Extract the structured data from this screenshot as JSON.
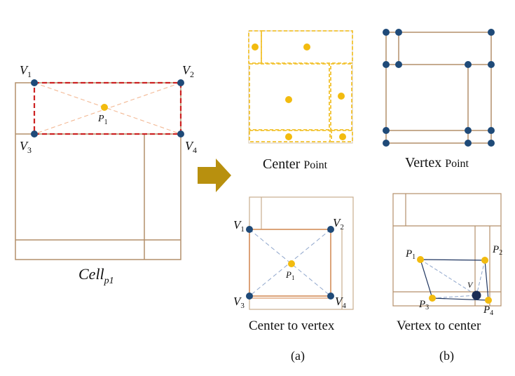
{
  "left_panel": {
    "cell_label": "Cell",
    "cell_sub": "p1",
    "vertex_labels": [
      {
        "main": "V",
        "sub": "1"
      },
      {
        "main": "V",
        "sub": "2"
      },
      {
        "main": "V",
        "sub": "3"
      },
      {
        "main": "V",
        "sub": "4"
      }
    ],
    "center_label": {
      "main": "P",
      "sub": "1"
    }
  },
  "panels": {
    "center_point": {
      "title_main": "Center ",
      "title_small": "Point"
    },
    "vertex_point": {
      "title_main": "Vertex ",
      "title_small": "Point"
    },
    "center_to_vertex": {
      "title": "Center to vertex",
      "vertex_labels": [
        {
          "main": "V",
          "sub": "1"
        },
        {
          "main": "V",
          "sub": "2"
        },
        {
          "main": "V",
          "sub": "3"
        },
        {
          "main": "V",
          "sub": "4"
        }
      ],
      "center_label": {
        "main": "P",
        "sub": "1"
      }
    },
    "vertex_to_center": {
      "title": "Vertex to center",
      "point_labels": [
        {
          "main": "P",
          "sub": "1"
        },
        {
          "main": "P",
          "sub": "2"
        },
        {
          "main": "P",
          "sub": "3"
        },
        {
          "main": "P",
          "sub": "4"
        }
      ],
      "vertex_label": "V"
    }
  },
  "captions": {
    "a": "(a)",
    "b": "(b)"
  },
  "colors": {
    "cell_border": "#b38f6a",
    "vertex_dot": "#1f4a78",
    "center_dot": "#f2bb0f",
    "highlight_red": "#cc2222",
    "dashed_orange": "#f2b28a",
    "dashed_blue": "#8fa6cc",
    "arrow": "#b8900e",
    "yellow_dashed": "#f2c230"
  }
}
